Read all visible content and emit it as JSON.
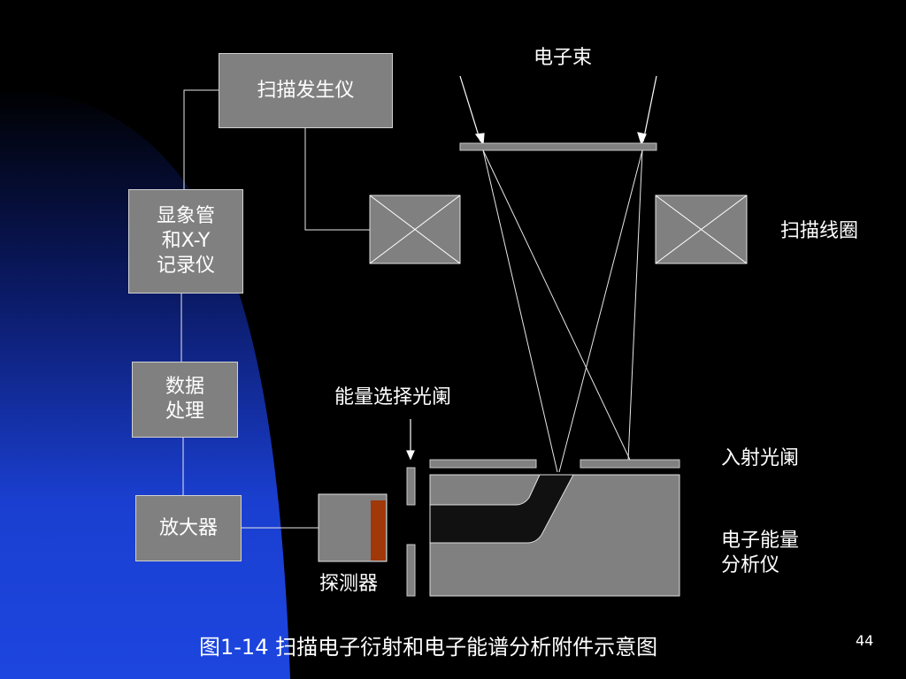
{
  "colors": {
    "background": "#000000",
    "accent_blue": "#1a3fd0",
    "box_fill": "#808080",
    "detector_bar": "#a0380a"
  },
  "boxes": {
    "scan_generator": "扫描发生仪",
    "display_recorder": [
      "显象管",
      "和X-Y",
      "记录仪"
    ],
    "data_processing": [
      "数据",
      "处理"
    ],
    "amplifier": "放大器"
  },
  "labels": {
    "electron_beam": "电子束",
    "scan_coil": "扫描线圈",
    "energy_select_aperture": "能量选择光阑",
    "entrance_aperture": "入射光阑",
    "analyzer": [
      "电子能量",
      "分析仪"
    ],
    "detector": "探测器"
  },
  "caption": "图1-14 扫描电子衍射和电子能谱分析附件示意图",
  "page_number": "44"
}
